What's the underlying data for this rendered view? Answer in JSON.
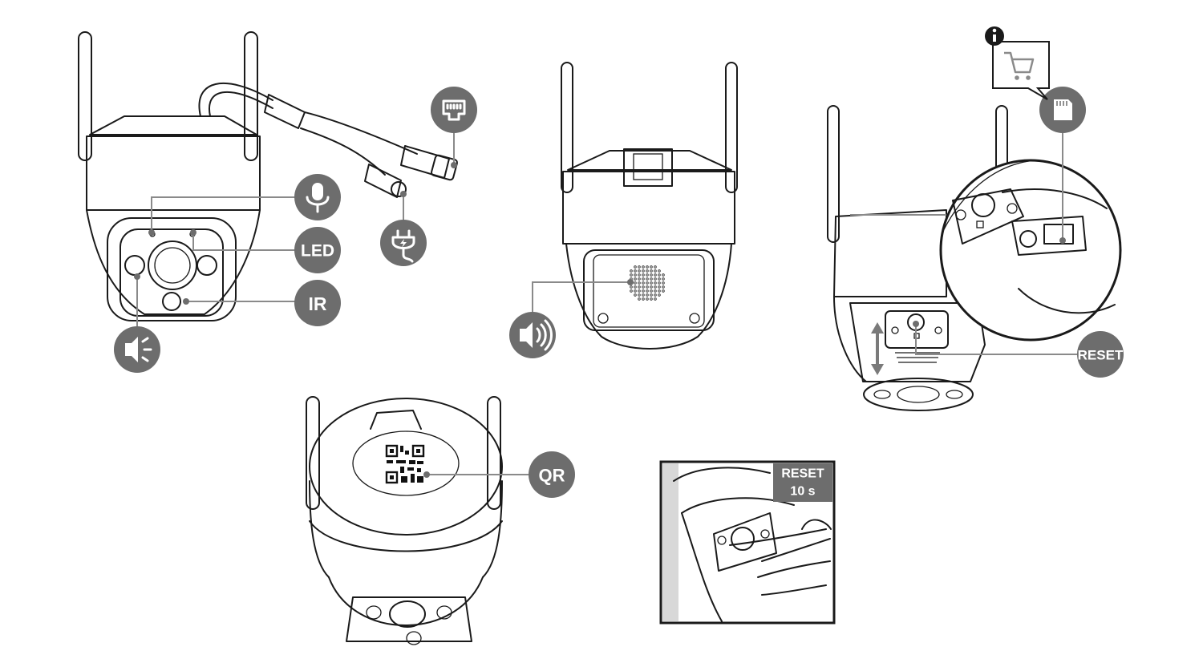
{
  "callouts": {
    "led": "LED",
    "ir": "IR",
    "qr": "QR",
    "reset": "RESET"
  },
  "reset_hint": {
    "line1": "RESET",
    "line2": "10 s"
  },
  "colors": {
    "badge": "#6d6d6d",
    "leader": "#8a8a8a",
    "outline": "#1a1a1a"
  },
  "icons": [
    "microphone-icon",
    "ethernet-icon",
    "power-plug-icon",
    "speaker-icon",
    "speaker-sound-icon",
    "sd-card-icon",
    "cart-icon",
    "info-icon",
    "qr-code-icon"
  ]
}
